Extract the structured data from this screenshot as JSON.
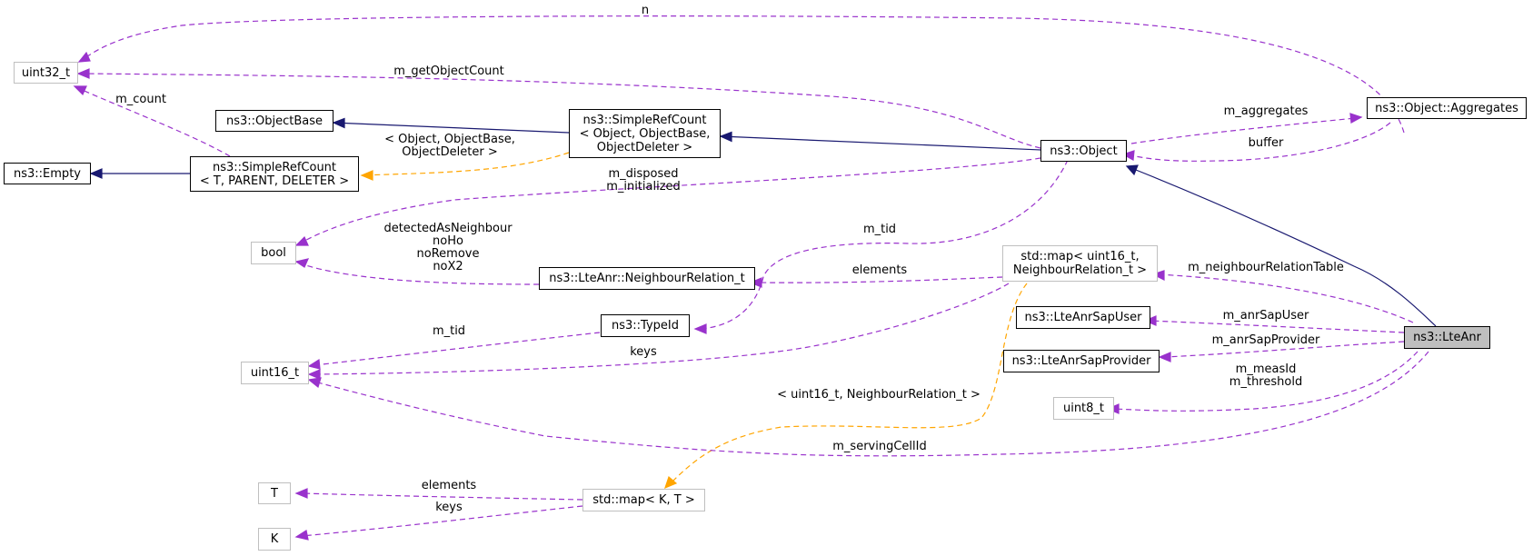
{
  "colors": {
    "inheritance": "#191970",
    "usage": "#9932cc",
    "template": "#ffa500",
    "focus_fill": "#bfbfbf",
    "undocumented_border": "#bfbfbf"
  },
  "nodes": {
    "uint32_t": "uint32_t",
    "ns3_empty": "ns3::Empty",
    "ns3_objectbase": "ns3::ObjectBase",
    "simplerefcount_t": {
      "line1": "ns3::SimpleRefCount",
      "line2": "< T, PARENT, DELETER >"
    },
    "simplerefcount_obj": {
      "line1": "ns3::SimpleRefCount",
      "line2": "< Object, ObjectBase,",
      "line3": "ObjectDeleter >"
    },
    "ns3_object": "ns3::Object",
    "object_aggregates": "ns3::Object::Aggregates",
    "bool": "bool",
    "neighbour_relation": "ns3::LteAnr::NeighbourRelation_t",
    "std_map_uint16": {
      "line1": "std::map< uint16_t,",
      "line2": "NeighbourRelation_t >"
    },
    "lteanr_sap_user": "ns3::LteAnrSapUser",
    "ns3_typeid": "ns3::TypeId",
    "ns3_lteanr": "ns3::LteAnr",
    "uint16_t": "uint16_t",
    "lteanr_sap_provider": "ns3::LteAnrSapProvider",
    "uint8_t": "uint8_t",
    "t": "T",
    "k": "K",
    "std_map_kt": "std::map< K, T >"
  },
  "edge_labels": {
    "n": "n",
    "m_getObjectCount": "m_getObjectCount",
    "m_count": "m_count",
    "m_aggregates": "m_aggregates",
    "buffer": "buffer",
    "template_object": {
      "line1": "< Object, ObjectBase,",
      "line2": "ObjectDeleter >"
    },
    "disposed": {
      "line1": "m_disposed",
      "line2": "m_initialized"
    },
    "bool_members": {
      "line1": "detectedAsNeighbour",
      "line2": "noHo",
      "line3": "noRemove",
      "line4": "noX2"
    },
    "m_tid_object": "m_tid",
    "elements_relation": "elements",
    "m_neighbourRelationTable": "m_neighbourRelationTable",
    "m_tid_uint16": "m_tid",
    "m_anrSapUser": "m_anrSapUser",
    "m_anrSapProvider": "m_anrSapProvider",
    "keys_uint16": "keys",
    "meas": {
      "line1": "m_measId",
      "line2": "m_threshold"
    },
    "template_map": "< uint16_t, NeighbourRelation_t >",
    "m_servingCellId": "m_servingCellId",
    "elements_t": "elements",
    "keys_k": "keys"
  }
}
